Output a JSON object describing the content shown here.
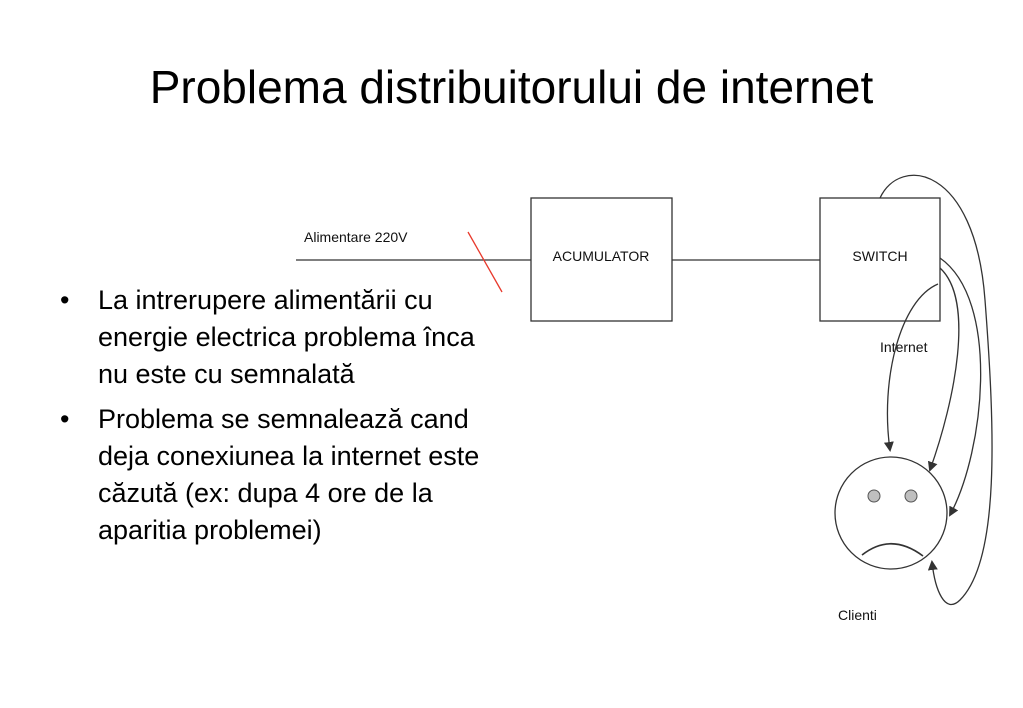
{
  "slide": {
    "title": "Problema distribuitorului de internet",
    "bullets": [
      "La intrerupere alimentării cu energie electrica problema înca nu este cu semnalată",
      "Problema se semnalează cand deja conexiunea la internet este căzută (ex: dupa 4 ore de la aparitia problemei)"
    ],
    "bullet_glyph": "•"
  },
  "diagram": {
    "power_label": "Alimentare 220V",
    "accumulator_label": "ACUMULATOR",
    "switch_label": "SWITCH",
    "internet_label": "Internet",
    "clients_label": "Clienti",
    "cut_mark_color": "#e8392c",
    "line_color": "#333333"
  }
}
